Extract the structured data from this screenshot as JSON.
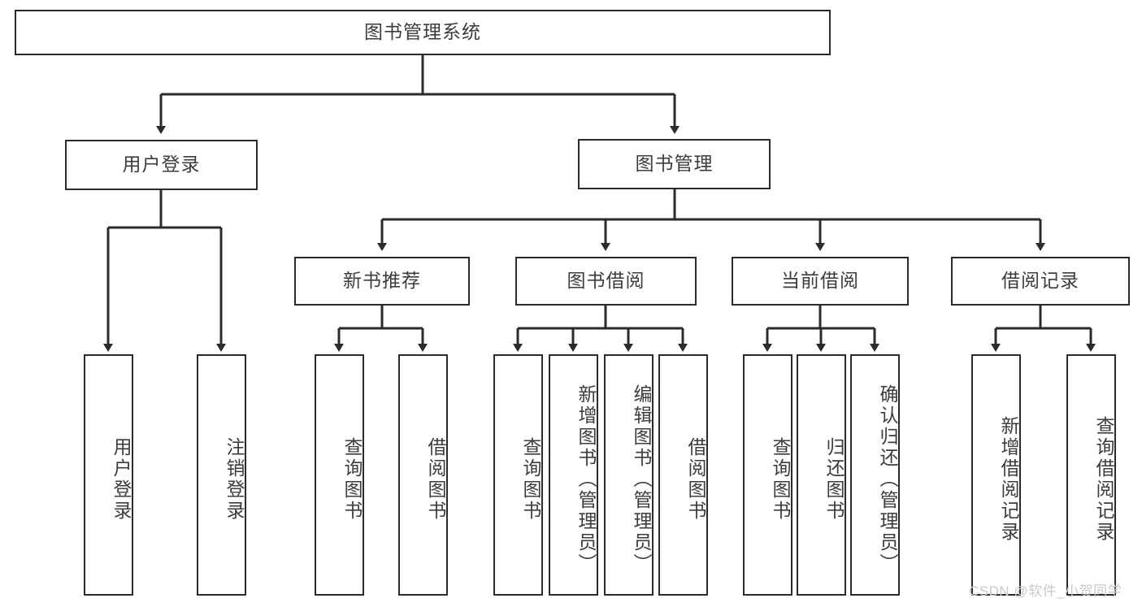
{
  "diagram": {
    "type": "hierarchy-tree",
    "title": "图书管理系统",
    "watermark": "CSDN @软件_小贺同学",
    "colors": {
      "background": "#ffffff",
      "box_border": "#2b2b2b",
      "box_fill": "#ffffff",
      "connector": "#2b2b2b",
      "text": "#3c3c3c",
      "watermark": "#c9c9c9"
    },
    "root": {
      "label": "图书管理系统",
      "orientation": "horizontal"
    },
    "level2": [
      {
        "label": "用户登录",
        "orientation": "horizontal"
      },
      {
        "label": "图书管理",
        "orientation": "horizontal"
      }
    ],
    "level3": [
      {
        "label": "新书推荐",
        "orientation": "horizontal",
        "parent": "图书管理"
      },
      {
        "label": "图书借阅",
        "orientation": "horizontal",
        "parent": "图书管理"
      },
      {
        "label": "当前借阅",
        "orientation": "horizontal",
        "parent": "图书管理"
      },
      {
        "label": "借阅记录",
        "orientation": "horizontal",
        "parent": "图书管理"
      }
    ],
    "leaves": {
      "user_login": [
        {
          "label": "用户登录",
          "orientation": "vertical"
        },
        {
          "label": "注销登录",
          "orientation": "vertical"
        }
      ],
      "new_book_recommend": [
        {
          "label": "查询图书",
          "orientation": "vertical"
        },
        {
          "label": "借阅图书",
          "orientation": "vertical"
        }
      ],
      "book_borrow": [
        {
          "label": "查询图书",
          "orientation": "vertical"
        },
        {
          "label": "新增图书（管理员）",
          "orientation": "vertical"
        },
        {
          "label": "编辑图书（管理员）",
          "orientation": "vertical"
        },
        {
          "label": "借阅图书",
          "orientation": "vertical"
        }
      ],
      "current_borrow": [
        {
          "label": "查询图书",
          "orientation": "vertical"
        },
        {
          "label": "归还图书",
          "orientation": "vertical"
        },
        {
          "label": "确认归还（管理员）",
          "orientation": "vertical"
        }
      ],
      "borrow_record": [
        {
          "label": "新增借阅记录",
          "orientation": "vertical"
        },
        {
          "label": "查询借阅记录",
          "orientation": "vertical"
        }
      ]
    }
  }
}
